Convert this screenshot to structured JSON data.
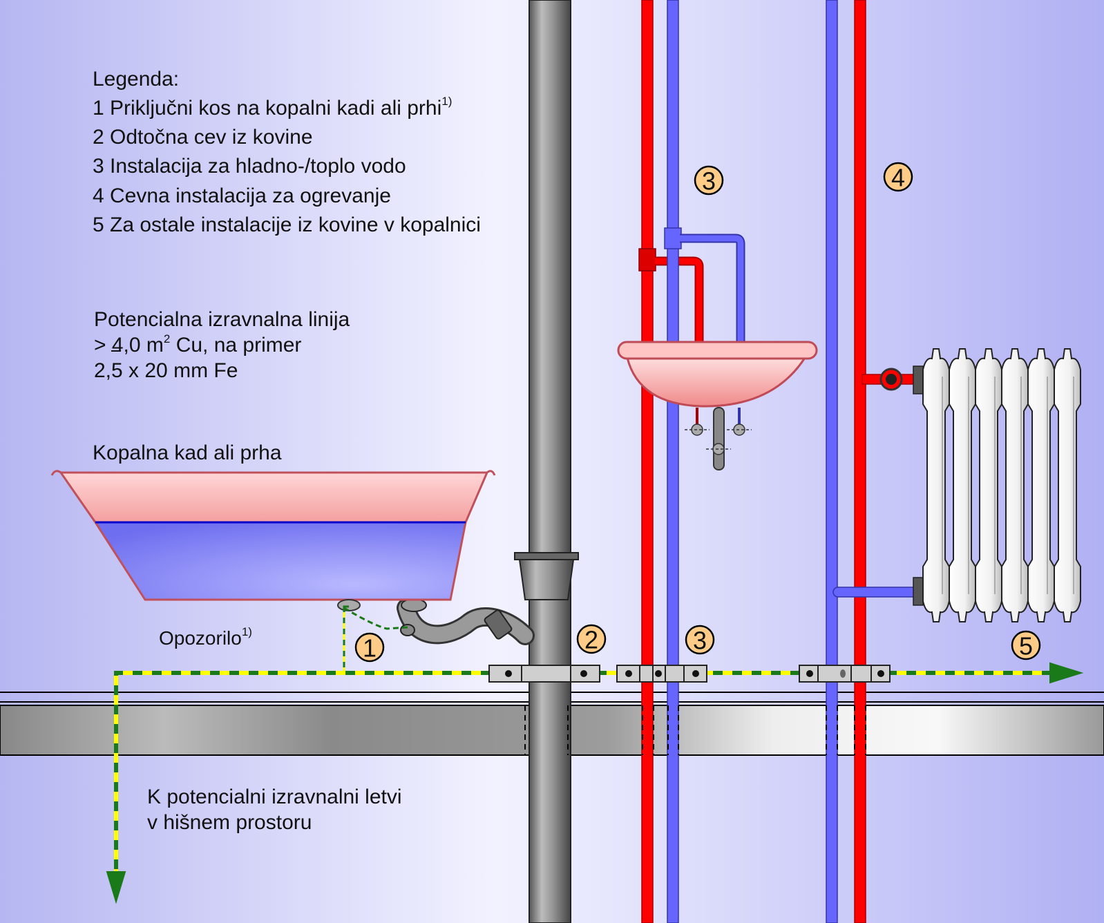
{
  "legend": {
    "title": "Legenda:",
    "items": [
      "1 Priključni kos na kopalni kadi ali prhi",
      "2 Odtočna cev iz kovine",
      "3 Instalacija za hladno-/toplo vodo",
      "4 Cevna instalacija za ogrevanje",
      "5 Za ostale instalacije iz kovine v kopalnici"
    ],
    "item1_sup": "1)"
  },
  "conductor_note": {
    "line1": "Potencialna izravnalna linija",
    "line2_prefix": "> ",
    "line2_value": "4,0 m",
    "line2_sup": "2",
    "line2_suffix": " Cu, na primer",
    "line3": "2,5 x 20 mm Fe"
  },
  "bathtub_label": "Kopalna kad ali prha",
  "overflow_label": "Opozorilo",
  "overflow_sup": "1)",
  "bar_note": {
    "line1": "K potencialni izravnalni letvi",
    "line2": "v hišnem prostoru"
  },
  "markers": {
    "m1": "1",
    "m2": "2",
    "m3_upper": "3",
    "m3_lower": "3",
    "m4": "4",
    "m5": "5"
  },
  "colors": {
    "hot_pipe": "#ff0000",
    "cold_pipe": "#6666ff",
    "marker_fill": "#ffcc88",
    "bond_green": "#1a7a1a",
    "bond_yellow": "#ffff00",
    "drain_pipe": "#777777",
    "basin": "#ff8888"
  }
}
